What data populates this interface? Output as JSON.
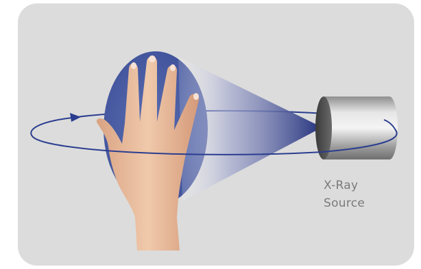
{
  "diagram": {
    "source_label_line1": "X-Ray",
    "source_label_line2": "Source",
    "colors": {
      "panel_background": "#dcdcdc",
      "plate_blue": "#4a5fa8",
      "beam_dark": "#2b3a86",
      "orbit_line": "#2a3d8f",
      "cylinder_body": "#b8b8b8",
      "skin": "#e8bfa0"
    },
    "icons": {
      "rotation": "orbit-arrow-icon",
      "source": "xray-tube-icon",
      "subject": "hand-illustration"
    }
  }
}
